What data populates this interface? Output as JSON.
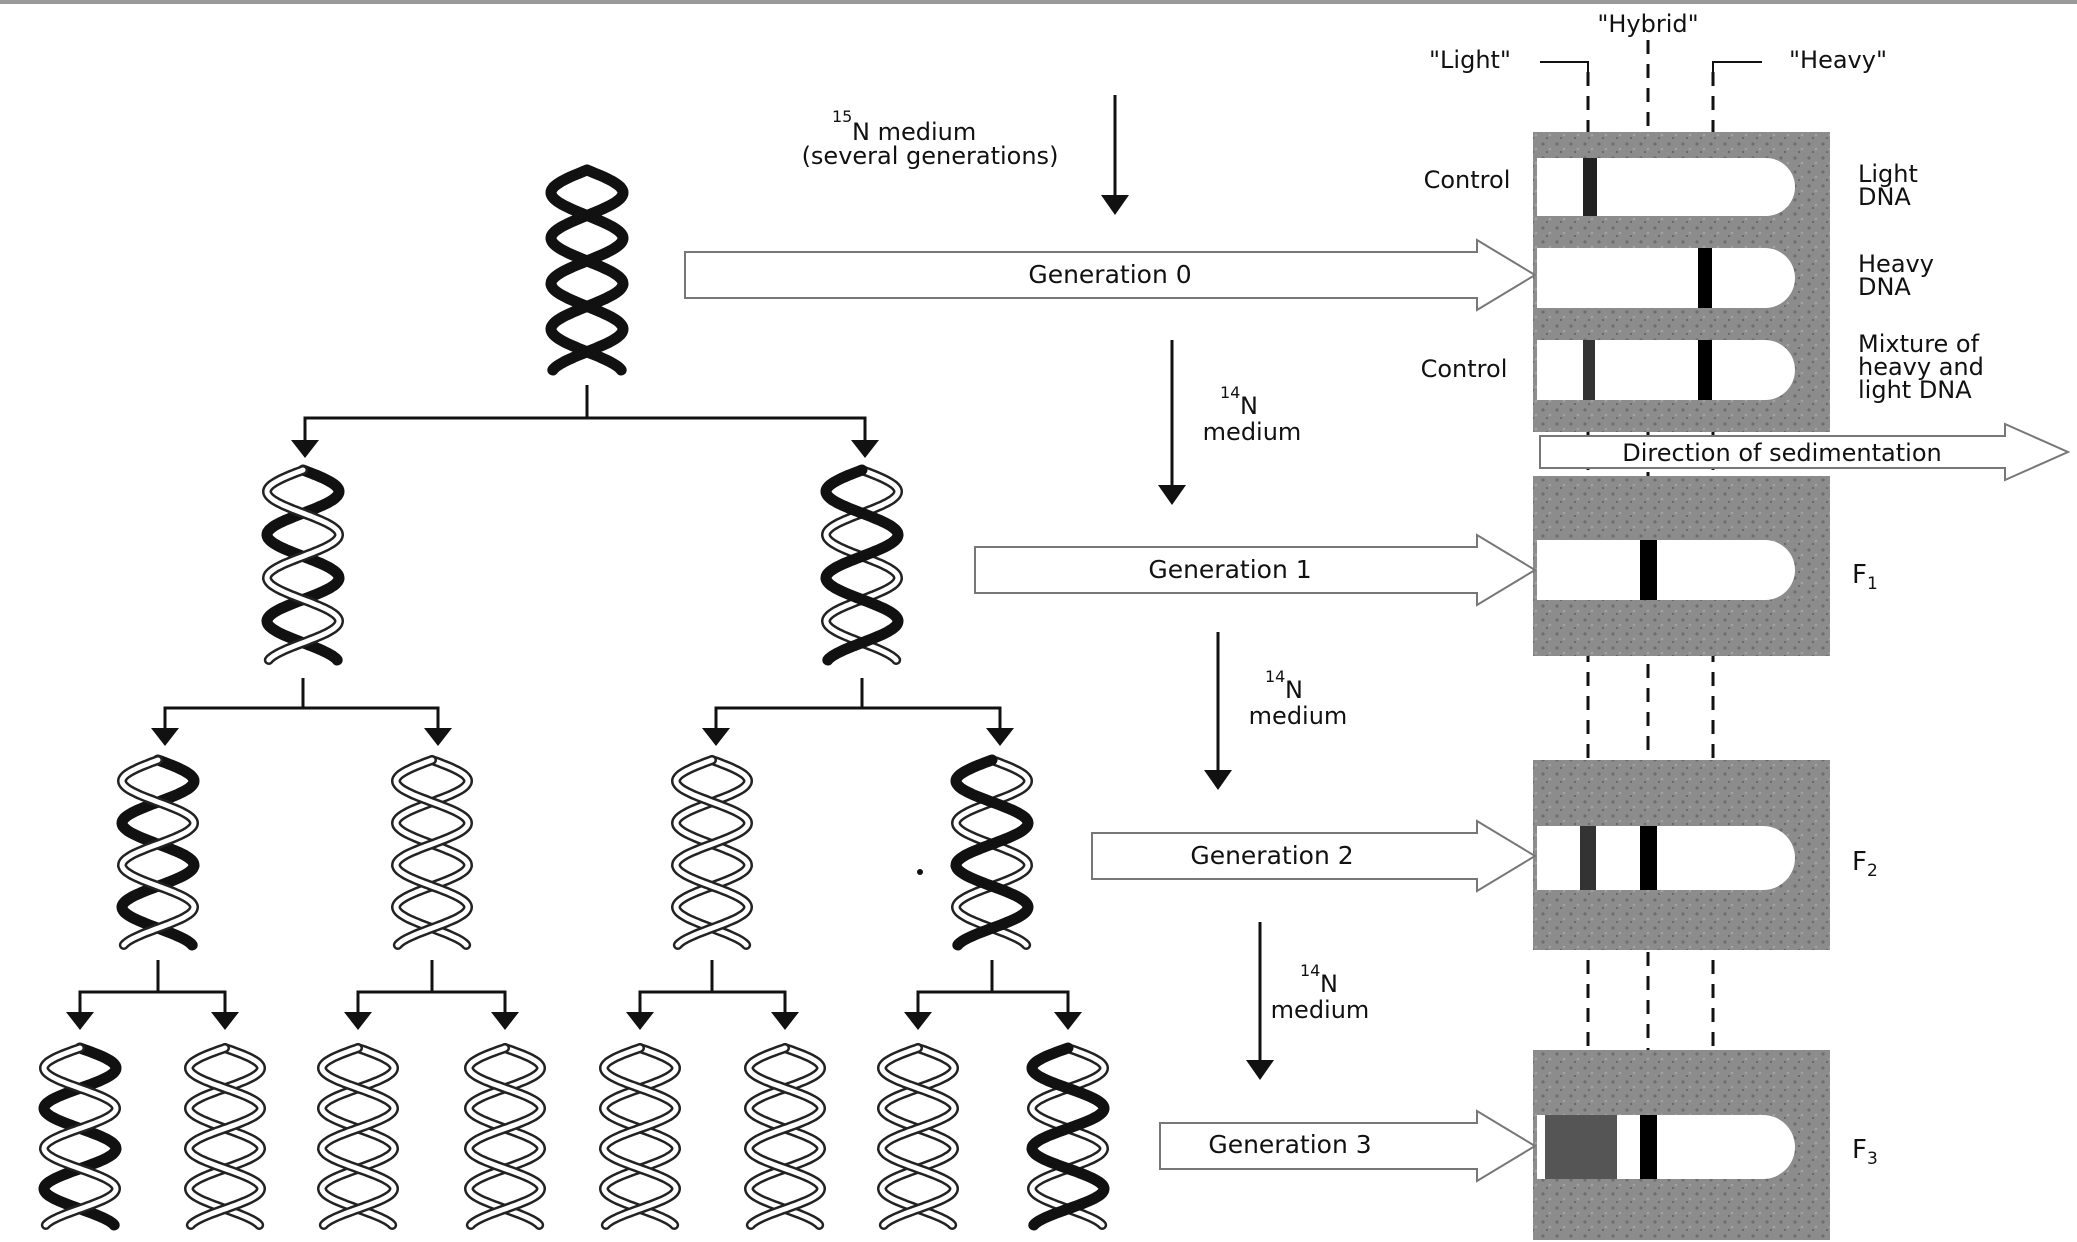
{
  "columns": {
    "light": "\"Light\"",
    "hybrid": "\"Hybrid\"",
    "heavy": "\"Heavy\""
  },
  "medium_labels": {
    "n15_sup": "15",
    "n15_text": "N medium",
    "n15_sub": "(several generations)",
    "n14_sup": "14",
    "n14_n": "N",
    "n14_medium": "medium"
  },
  "generations": [
    {
      "label": "Generation 0"
    },
    {
      "label": "Generation 1"
    },
    {
      "label": "Generation 2"
    },
    {
      "label": "Generation 3"
    }
  ],
  "tubes": {
    "control_label": "Control",
    "right_labels": {
      "light_dna": [
        "Light",
        "DNA"
      ],
      "heavy_dna": [
        "Heavy",
        "DNA"
      ],
      "mixture": [
        "Mixture of",
        "heavy and",
        "light DNA"
      ]
    },
    "f_labels": [
      {
        "base": "F",
        "sub": "1"
      },
      {
        "base": "F",
        "sub": "2"
      },
      {
        "base": "F",
        "sub": "3"
      }
    ]
  },
  "sedimentation_label": "Direction of sedimentation",
  "colors": {
    "ink": "#111111",
    "gel": "#8c8c8c",
    "gel_dark": "#6e6e6e",
    "band": "#000000",
    "arrow_outline": "#666666"
  }
}
